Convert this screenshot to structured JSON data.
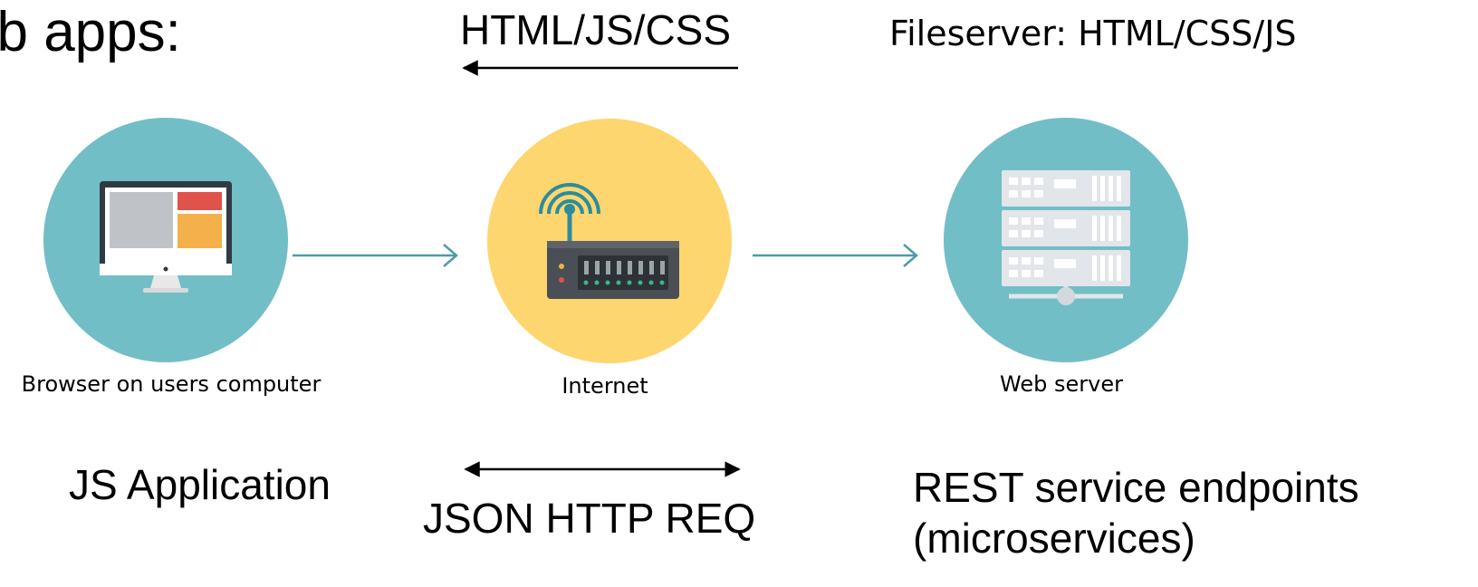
{
  "colors": {
    "teal_circle": "#72BEC6",
    "yellow_circle": "#FED66F",
    "connector": "#4D9CA6",
    "arrow": "#000000"
  },
  "title": {
    "text": "eb apps:"
  },
  "annotations": {
    "top_protocol": "HTML/JS/CSS",
    "fileserver": "Fileserver: HTML/CSS/JS",
    "js_application": "JS Application",
    "json_http_req": "JSON HTTP REQ",
    "rest_line1": "REST service endpoints",
    "rest_line2": "(microservices)"
  },
  "nodes": [
    {
      "label": "Browser on users computer",
      "icon": "monitor-icon"
    },
    {
      "label": "Internet",
      "icon": "router-icon"
    },
    {
      "label": "Web server",
      "icon": "server-rack-icon"
    }
  ]
}
